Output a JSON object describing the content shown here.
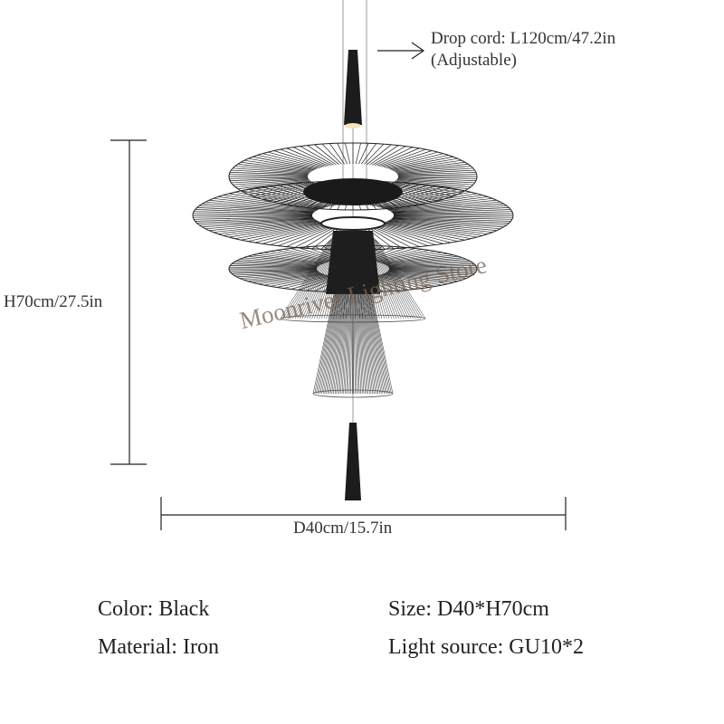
{
  "dimensions": {
    "drop_cord": "Drop cord: L120cm/47.2in",
    "drop_cord_note": "(Adjustable)",
    "height": "H70cm/27.5in",
    "diameter": "D40cm/15.7in"
  },
  "watermark": "Moonriver Lighting Store",
  "specs": {
    "color": "Color: Black",
    "material": "Material: Iron",
    "size": "Size: D40*H70cm",
    "light_source": "Light source: GU10*2"
  },
  "colors": {
    "lamp": "#1a1a1a",
    "text": "#222222"
  }
}
